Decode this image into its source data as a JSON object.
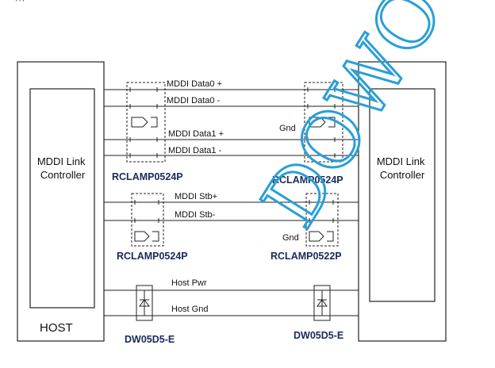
{
  "header_fragment": "' ' '",
  "watermark": {
    "text": "DOWO",
    "color": "#2a9fd6"
  },
  "blocks": {
    "left_controller": "MDDI Link\nController",
    "right_controller": "MDDI Link\nController",
    "host_label": "HOST"
  },
  "signals": {
    "data0_pos": "MDDI Data0 +",
    "data0_neg": "MDDI Data0 -",
    "data1_pos": "MDDI Data1 +",
    "data1_neg": "MDDI Data1 -",
    "stb_pos": "MDDI Stb+",
    "stb_neg": "MDDI Stb-",
    "host_pwr": "Host Pwr",
    "host_gnd": "Host Gnd"
  },
  "gnd_labels": {
    "top": "Gnd",
    "mid": "Gnd"
  },
  "parts": {
    "rclamp_tl": "RCLAMP0524P",
    "rclamp_tr": "RCLAMP0524P",
    "rclamp_ml": "RCLAMP0524P",
    "rclamp_mr": "RCLAMP0522P",
    "dw_left": "DW05D5-E",
    "dw_right": "DW05D5-E"
  },
  "colors": {
    "line": "#222222",
    "part_text": "#1a2a5a",
    "watermark": "#2a9fd6"
  }
}
